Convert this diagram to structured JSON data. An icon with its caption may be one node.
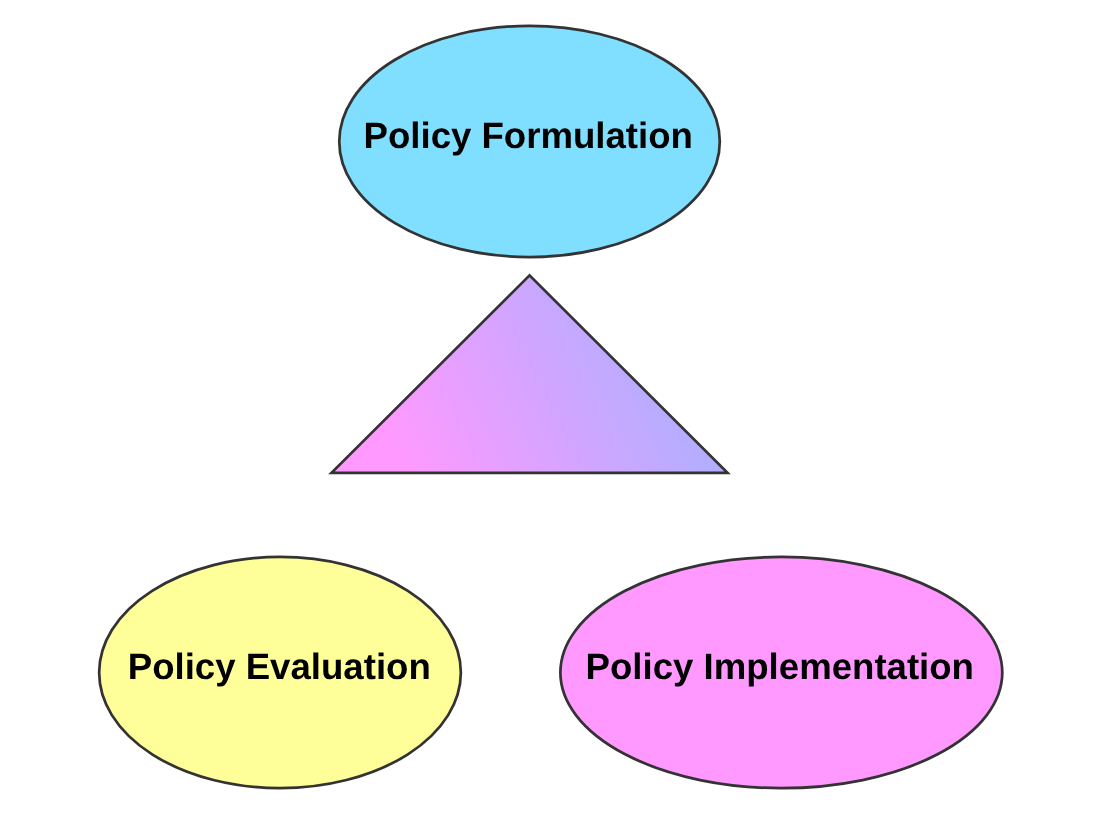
{
  "diagram": {
    "nodes": [
      {
        "text": [
          "Policy Formulation"
        ]
      },
      {
        "text": [],
        "shape": "triangle"
      },
      {
        "text": [
          "Policy Evaluation"
        ]
      },
      {
        "text": [
          "Policy Implementation"
        ]
      }
    ]
  }
}
